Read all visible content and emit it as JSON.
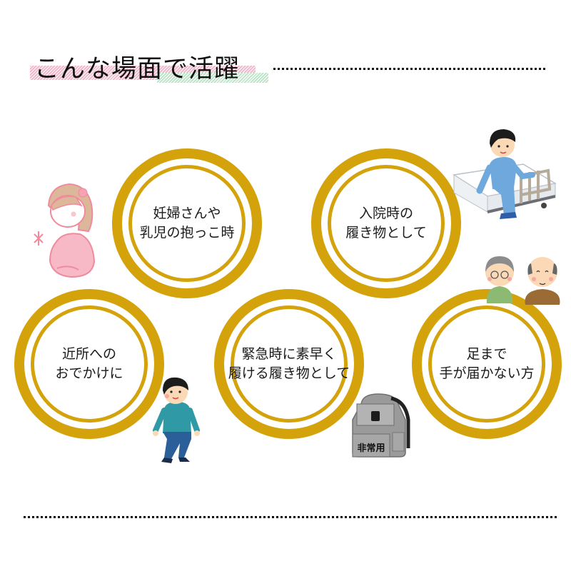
{
  "heading": {
    "title": "こんな場面で活躍"
  },
  "scenes": [
    {
      "id": "pregnant",
      "line1": "妊婦さんや",
      "line2": "乳児の抱っこ時"
    },
    {
      "id": "hospital",
      "line1": "入院時の",
      "line2": "履き物として"
    },
    {
      "id": "neighborhood",
      "line1": "近所への",
      "line2": "おでかけに"
    },
    {
      "id": "emergency",
      "line1": "緊急時に素早く",
      "line2": "履ける履き物として"
    },
    {
      "id": "elderly",
      "line1": "足まで",
      "line2": "手が届かない方"
    }
  ],
  "illustrations": {
    "backpack_label": "非常用"
  },
  "colors": {
    "ring": "#D4A20A",
    "highlight_pink": "#e8a6bd",
    "highlight_green": "#a9d9b8"
  }
}
